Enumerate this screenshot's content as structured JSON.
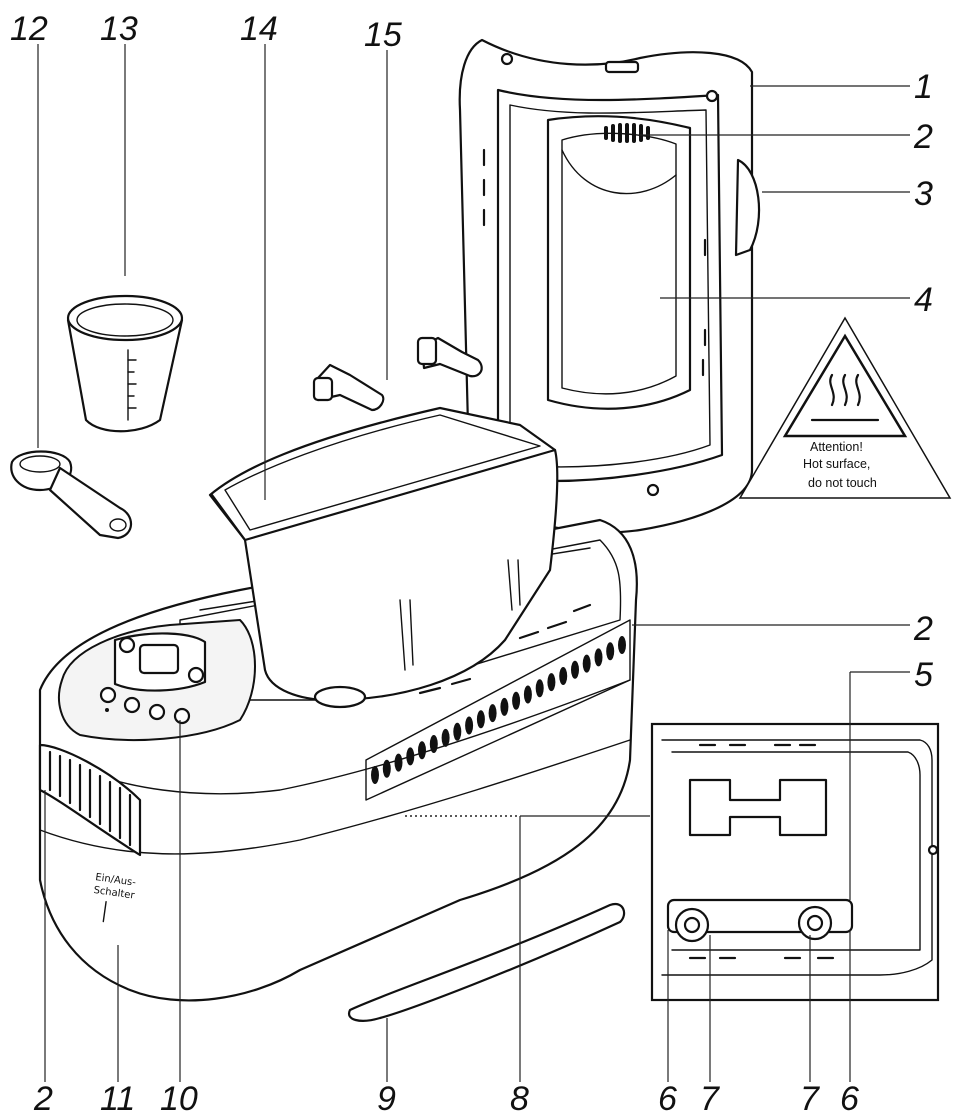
{
  "callouts": {
    "n1": "1",
    "n2_top": "2",
    "n3": "3",
    "n4": "4",
    "n2_mid": "2",
    "n5": "5",
    "n12": "12",
    "n13": "13",
    "n14": "14",
    "n15": "15",
    "b2": "2",
    "b11": "11",
    "b10": "10",
    "b9": "9",
    "b8": "8",
    "b6a": "6",
    "b7a": "7",
    "b7b": "7",
    "b6b": "6"
  },
  "warning": {
    "line1": "Attention!",
    "line2": "Hot surface,",
    "line3": "do not touch"
  },
  "switch_label": {
    "line1": "Ein/Aus-",
    "line2": "Schalter"
  }
}
